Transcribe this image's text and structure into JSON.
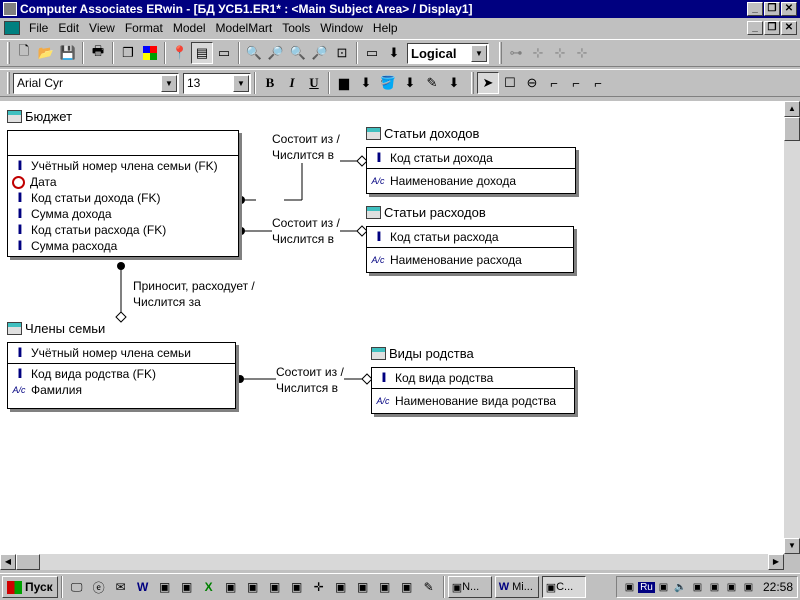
{
  "window": {
    "title": "Computer Associates ERwin - [БД УСБ1.ER1* : <Main Subject Area> / Display1]",
    "minimize": "_",
    "restore": "❐",
    "close": "✕"
  },
  "menu": {
    "items": [
      "File",
      "Edit",
      "View",
      "Format",
      "Model",
      "ModelMart",
      "Tools",
      "Window",
      "Help"
    ]
  },
  "toolbar1": {
    "view_mode": "Logical"
  },
  "toolbar2": {
    "font": "Arial Cyr",
    "font_size": "13",
    "bold": "B",
    "italic": "I",
    "underline": "U"
  },
  "entities": {
    "budget": {
      "title": "Бюджет",
      "pk": [],
      "attributes": [
        {
          "icon": "key-icon",
          "name": "Учётный номер члена семьи (FK)"
        },
        {
          "icon": "date-icon",
          "name": "Дата"
        },
        {
          "icon": "key-icon",
          "name": "Код статьи дохода (FK)"
        },
        {
          "icon": "key-icon",
          "name": "Сумма дохода"
        },
        {
          "icon": "key-icon",
          "name": "Код статьи расхода (FK)"
        },
        {
          "icon": "key-icon",
          "name": "Сумма расхода"
        }
      ]
    },
    "income_items": {
      "title": "Статьи доходов",
      "pk": [
        {
          "icon": "key-icon",
          "name": "Код статьи дохода"
        }
      ],
      "attributes": [
        {
          "icon": "text-icon",
          "name": "Наименование дохода"
        }
      ]
    },
    "expense_items": {
      "title": "Статьи расходов",
      "pk": [
        {
          "icon": "key-icon",
          "name": "Код статьи расхода"
        }
      ],
      "attributes": [
        {
          "icon": "text-icon",
          "name": "Наименование расхода"
        }
      ]
    },
    "family_members": {
      "title": "Члены семьи",
      "pk": [
        {
          "icon": "key-icon",
          "name": "Учётный номер члена семьи"
        }
      ],
      "attributes": [
        {
          "icon": "key-icon",
          "name": "Код вида родства (FK)"
        },
        {
          "icon": "text-icon",
          "name": "Фамилия"
        }
      ]
    },
    "kinship_types": {
      "title": "Виды родства",
      "pk": [
        {
          "icon": "key-icon",
          "name": "Код вида родства"
        }
      ],
      "attributes": [
        {
          "icon": "text-icon",
          "name": "Наименование вида родства"
        }
      ]
    }
  },
  "relationships": {
    "budget_income": {
      "line1": "Состоит из /",
      "line2": "Числится в"
    },
    "budget_expense": {
      "line1": "Состоит из /",
      "line2": "Числится в"
    },
    "budget_members": {
      "line1": "Приносит, расходует /",
      "line2": "Числится за"
    },
    "members_kinship": {
      "line1": "Состоит из /",
      "line2": "Числится в"
    }
  },
  "taskbar": {
    "start": "Пуск",
    "tasks": [
      {
        "label": "N...",
        "active": false
      },
      {
        "label": "Mi...",
        "active": false
      },
      {
        "label": "C...",
        "active": true
      }
    ],
    "lang": "Ru",
    "clock": "22:58"
  }
}
